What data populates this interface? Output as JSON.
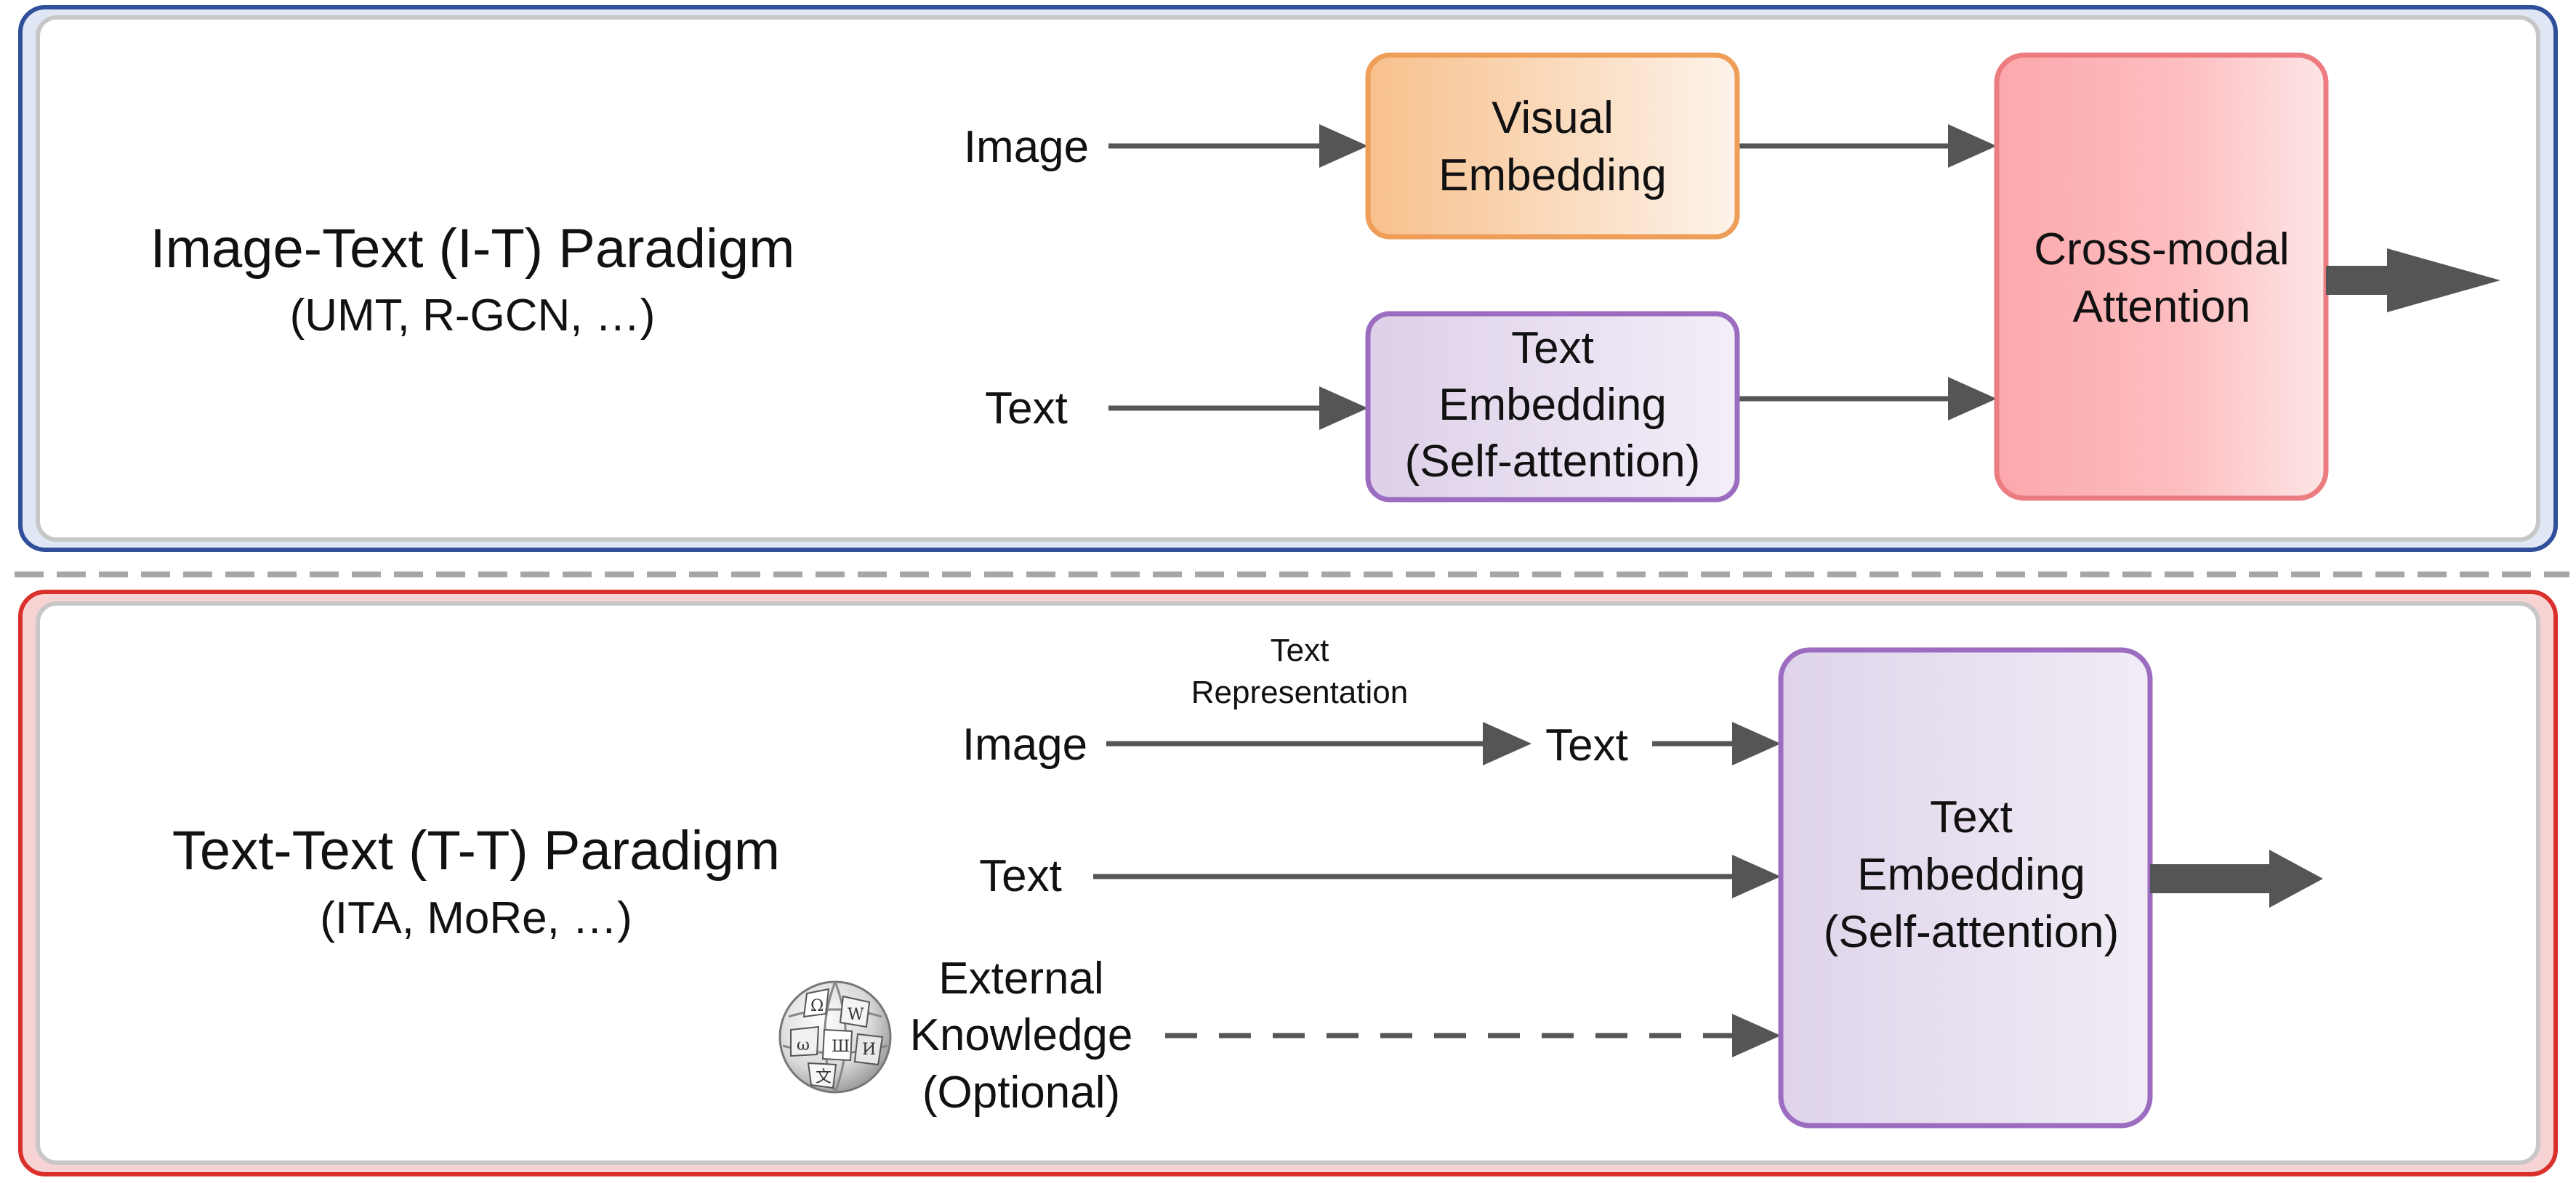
{
  "colors": {
    "arrow": "#555555",
    "it_panel_border": "#2f4f9a",
    "tt_panel_border": "#d9302b",
    "visual_box_stroke": "#ee9e58",
    "text_box_stroke": "#9c6cc0",
    "attention_box_stroke": "#ec7c80"
  },
  "it": {
    "title": "Image-Text (I-T) Paradigm",
    "examples": "(UMT, R-GCN, …)",
    "input_image": "Image",
    "input_text": "Text",
    "visual_box": {
      "line1": "Visual",
      "line2": "Embedding"
    },
    "text_box": {
      "line1": "Text",
      "line2": "Embedding",
      "line3": "(Self-attention)"
    },
    "attention_box": {
      "line1": "Cross-modal",
      "line2": "Attention"
    }
  },
  "tt": {
    "title": "Text-Text (T-T) Paradigm",
    "examples": "(ITA, MoRe, …)",
    "input_image": "Image",
    "rep_label": {
      "line1": "Text",
      "line2": "Representation"
    },
    "converted_text": "Text",
    "input_text": "Text",
    "knowledge": {
      "line1": "External",
      "line2": "Knowledge",
      "line3": "(Optional)"
    },
    "text_box": {
      "line1": "Text",
      "line2": "Embedding",
      "line3": "(Self-attention)"
    }
  },
  "icons": {
    "knowledge_logo": "wikipedia-globe-icon"
  }
}
